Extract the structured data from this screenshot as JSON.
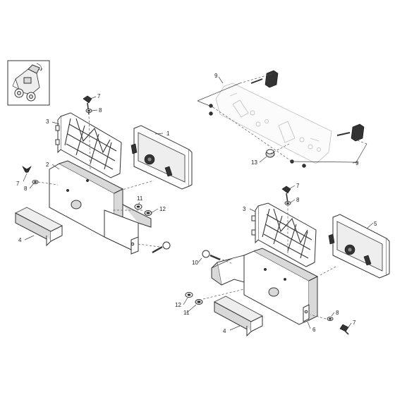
{
  "diagram": {
    "labels": {
      "l1": "1",
      "l2": "2",
      "l3a": "3",
      "l3b": "3",
      "l4a": "4",
      "l4b": "4",
      "l5": "5",
      "l6": "6",
      "l7a": "7",
      "l7b": "7",
      "l7c": "7",
      "l7d": "7",
      "l8a": "8",
      "l8b": "8",
      "l8c": "8",
      "l8d": "8",
      "l9a": "9",
      "l9b": "9",
      "l10": "10",
      "l11a": "11",
      "l11b": "11",
      "l12a": "12",
      "l12b": "12",
      "l13": "13"
    }
  }
}
